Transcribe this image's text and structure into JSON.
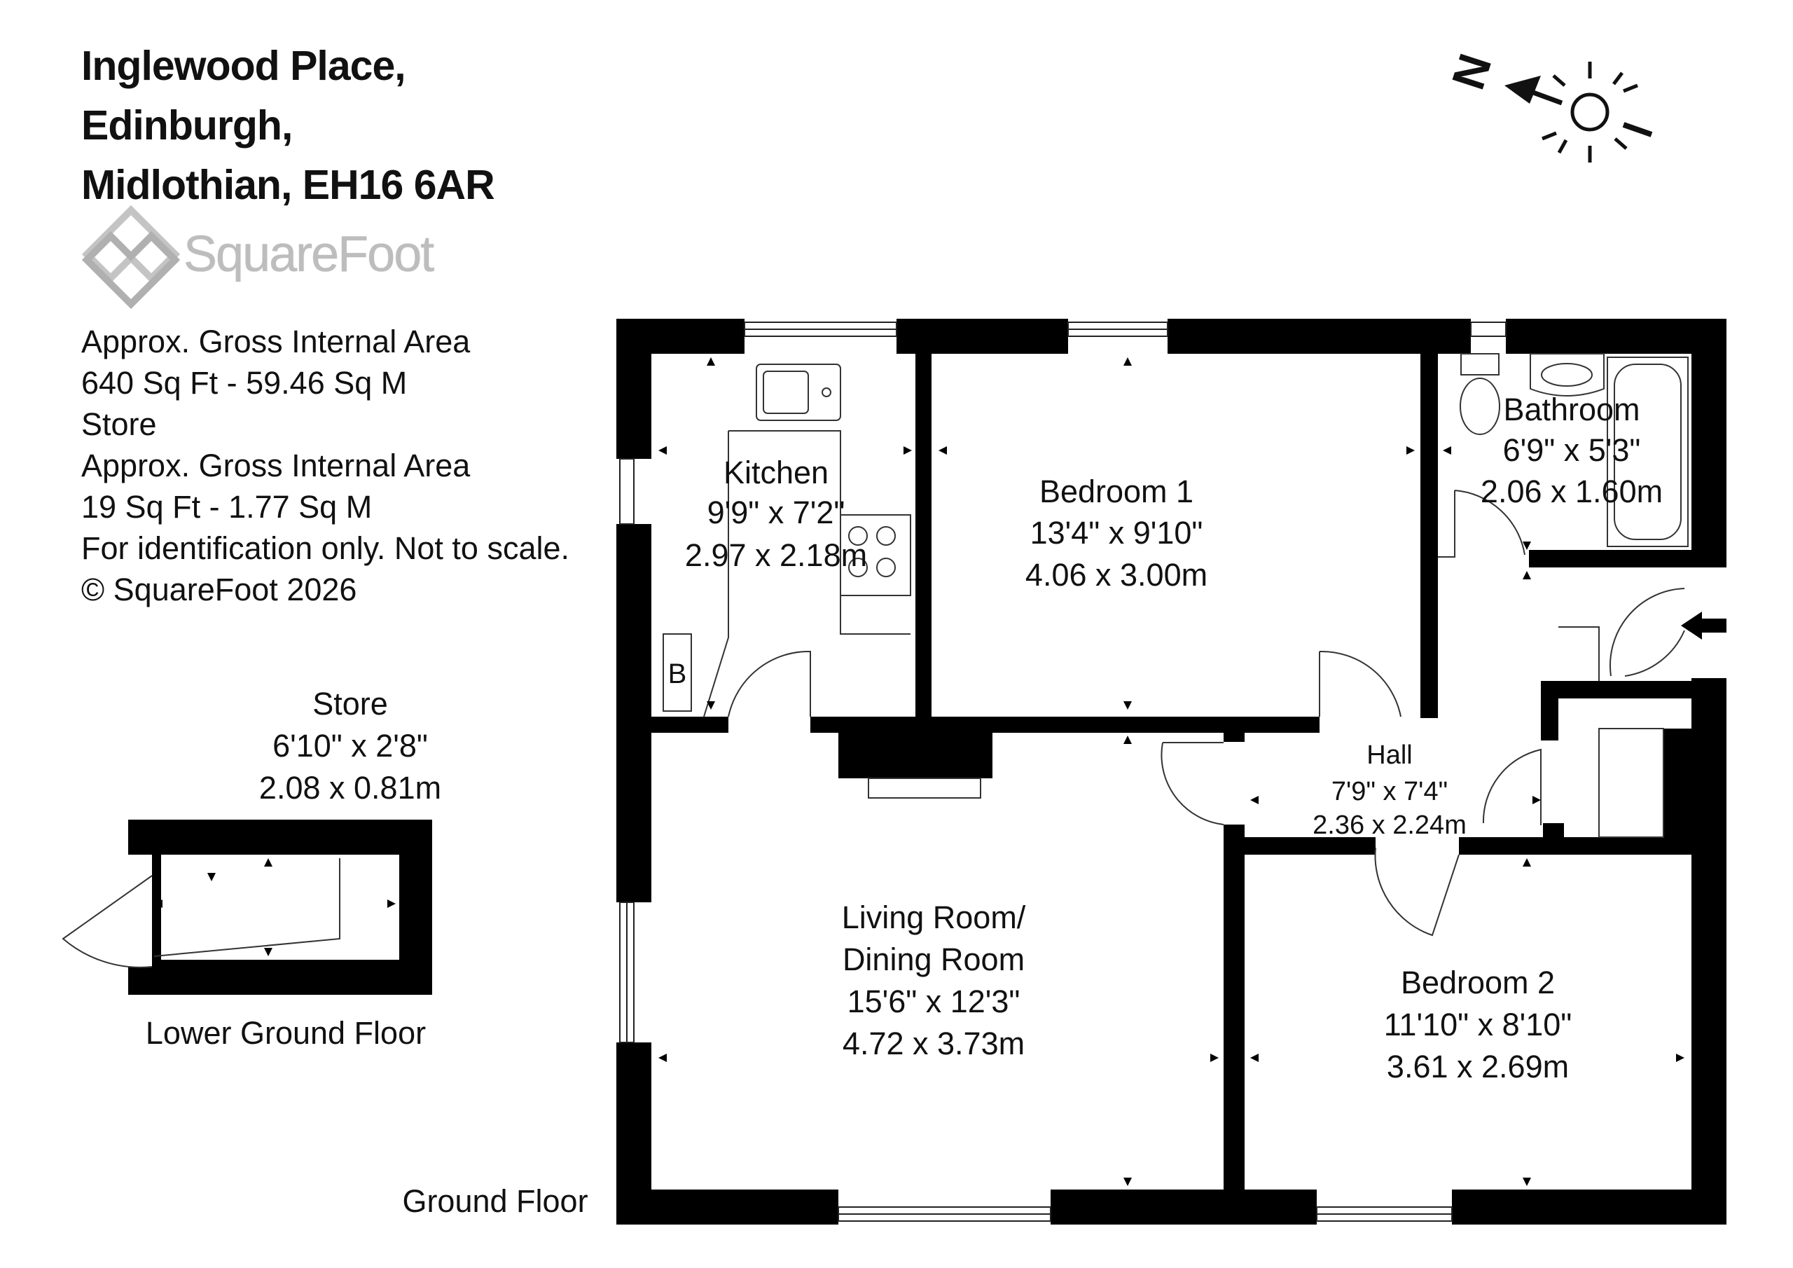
{
  "address": {
    "line1": "Inglewood Place,",
    "line2": "Edinburgh,",
    "line3": "Midlothian, EH16 6AR"
  },
  "brand": {
    "name": "SquareFoot"
  },
  "info": {
    "line1": "Approx. Gross Internal Area",
    "line2": "640 Sq Ft  -  59.46 Sq M",
    "line3": "Store",
    "line4": "Approx. Gross Internal Area",
    "line5": "19 Sq Ft  -  1.77 Sq M",
    "line6": "For identification only. Not to scale.",
    "line7": "© SquareFoot 2026"
  },
  "compass": {
    "letter": "N"
  },
  "rooms": {
    "kitchen": {
      "name": "Kitchen",
      "imperial": "9'9\" x 7'2\"",
      "metric": "2.97 x 2.18m"
    },
    "bedroom1": {
      "name": "Bedroom 1",
      "imperial": "13'4\" x 9'10\"",
      "metric": "4.06 x 3.00m"
    },
    "bathroom": {
      "name": "Bathroom",
      "imperial": "6'9\" x 5'3\"",
      "metric": "2.06 x 1.60m"
    },
    "hall": {
      "name": "Hall",
      "imperial": "7'9\" x 7'4\"",
      "metric": "2.36 x 2.24m"
    },
    "living": {
      "name_line1": "Living Room/",
      "name_line2": "Dining Room",
      "imperial": "15'6\" x 12'3\"",
      "metric": "4.72 x 3.73m"
    },
    "bedroom2": {
      "name": "Bedroom 2",
      "imperial": "11'10\" x 8'10\"",
      "metric": "3.61 x 2.69m"
    },
    "store": {
      "name": "Store",
      "imperial": "6'10\" x 2'8\"",
      "metric": "2.08 x 0.81m"
    }
  },
  "boiler_label": "B",
  "floors": {
    "lower": "Lower Ground Floor",
    "ground": "Ground Floor"
  }
}
